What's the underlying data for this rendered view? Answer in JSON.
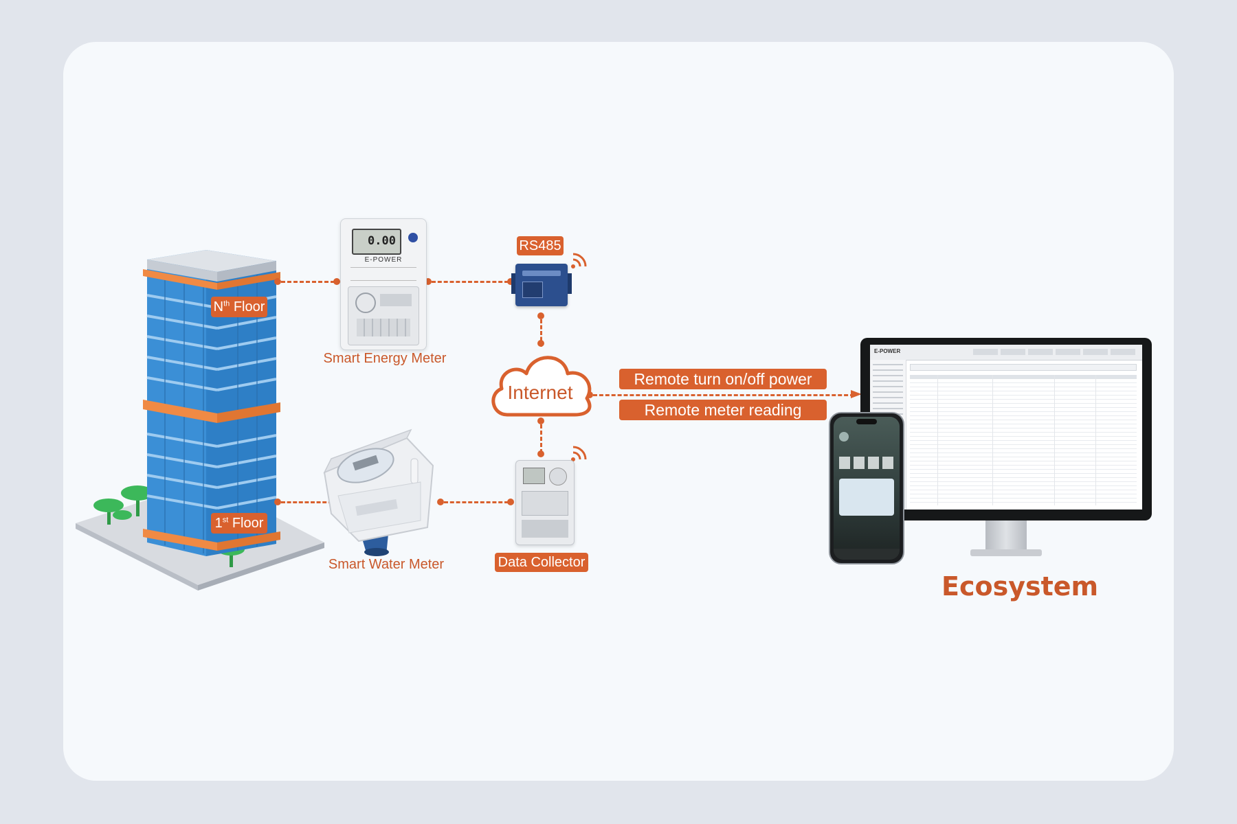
{
  "building": {
    "top_floor": "N",
    "top_floor_sup": "th",
    "top_floor_word": "Floor",
    "bottom_floor": "1",
    "bottom_floor_sup": "st",
    "bottom_floor_word": "Floor"
  },
  "devices": {
    "energy_meter": "Smart Energy Meter",
    "water_meter": "Smart Water Meter",
    "rs485": "RS485",
    "data_collector": "Data Collector",
    "meter_brand": "E-POWER",
    "meter_reading": "0.00"
  },
  "cloud": {
    "label": "Internet"
  },
  "links": {
    "remote_power": "Remote turn on/off power",
    "remote_reading": "Remote meter reading"
  },
  "ecosystem": {
    "title": "Ecosystem",
    "brand": "E-POWER"
  },
  "colors": {
    "accent": "#d9612e",
    "glass": "#3b8fd6",
    "floor_band": "#f08a44"
  }
}
